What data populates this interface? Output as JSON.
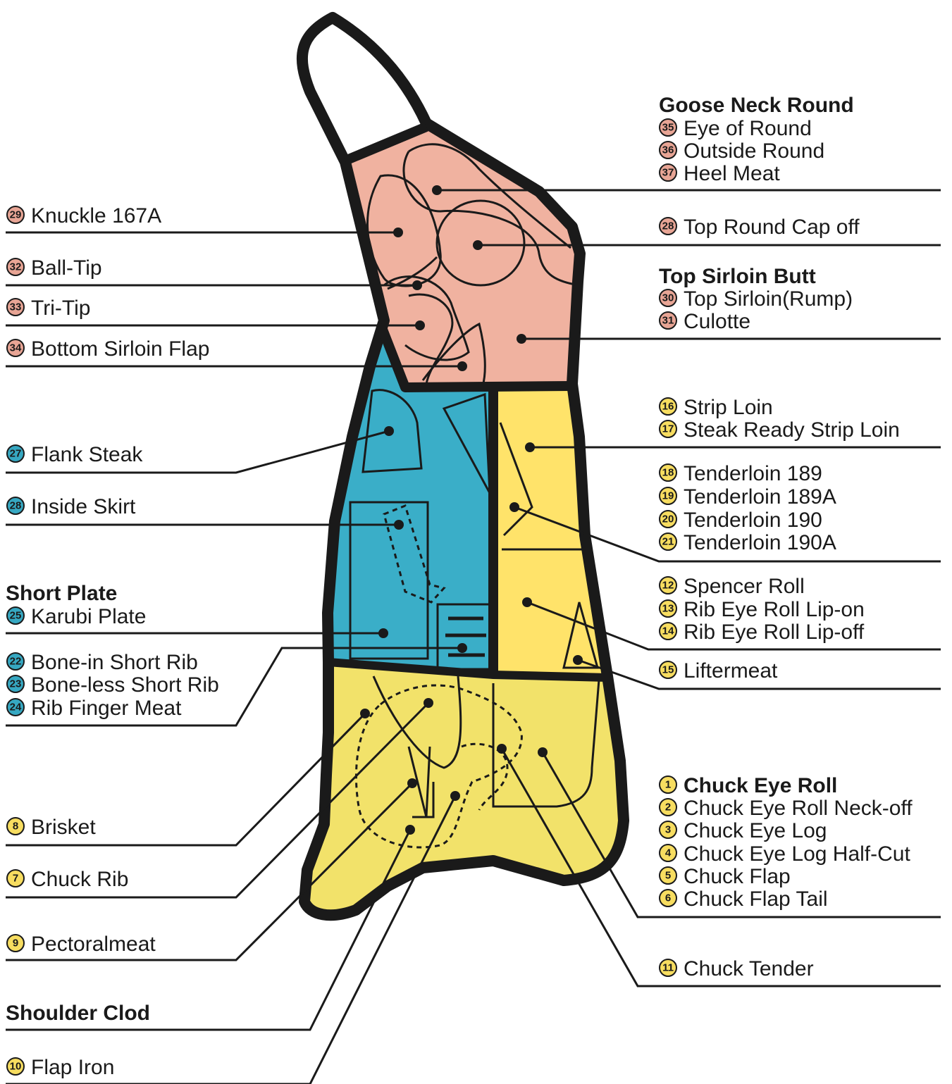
{
  "colors": {
    "round": "#f0b2a0",
    "flank": "#3aaec8",
    "loin": "#ffe36a",
    "chuck": "#f2e26a",
    "outline": "#1a1a1a",
    "badge_round": "#e8a595",
    "badge_flank": "#36a8c2",
    "badge_loin": "#f7dd60"
  },
  "groups": {
    "goose_neck_round": "Goose Neck Round",
    "top_sirloin_butt": "Top Sirloin Butt",
    "short_plate": "Short Plate",
    "shoulder_clod": "Shoulder Clod"
  },
  "cuts": [
    {
      "id": "c35",
      "num": "35",
      "name": "Eye of Round",
      "group": "round"
    },
    {
      "id": "c36",
      "num": "36",
      "name": "Outside Round",
      "group": "round"
    },
    {
      "id": "c37",
      "num": "37",
      "name": "Heel Meat",
      "group": "round"
    },
    {
      "id": "c28r",
      "num": "28",
      "name": "Top Round Cap off",
      "group": "round"
    },
    {
      "id": "c30",
      "num": "30",
      "name": "Top Sirloin(Rump)",
      "group": "round"
    },
    {
      "id": "c31",
      "num": "31",
      "name": "Culotte",
      "group": "round"
    },
    {
      "id": "c29",
      "num": "29",
      "name": "Knuckle 167A",
      "group": "round"
    },
    {
      "id": "c32",
      "num": "32",
      "name": "Ball-Tip",
      "group": "round"
    },
    {
      "id": "c33",
      "num": "33",
      "name": "Tri-Tip",
      "group": "round"
    },
    {
      "id": "c34",
      "num": "34",
      "name": "Bottom Sirloin Flap",
      "group": "round"
    },
    {
      "id": "c16",
      "num": "16",
      "name": "Strip Loin",
      "group": "loin"
    },
    {
      "id": "c17",
      "num": "17",
      "name": "Steak Ready Strip Loin",
      "group": "loin"
    },
    {
      "id": "c18",
      "num": "18",
      "name": "Tenderloin 189",
      "group": "loin"
    },
    {
      "id": "c19",
      "num": "19",
      "name": "Tenderloin 189A",
      "group": "loin"
    },
    {
      "id": "c20",
      "num": "20",
      "name": "Tenderloin 190",
      "group": "loin"
    },
    {
      "id": "c21",
      "num": "21",
      "name": "Tenderloin 190A",
      "group": "loin"
    },
    {
      "id": "c12",
      "num": "12",
      "name": "Spencer Roll",
      "group": "loin"
    },
    {
      "id": "c13",
      "num": "13",
      "name": "Rib Eye Roll Lip-on",
      "group": "loin"
    },
    {
      "id": "c14",
      "num": "14",
      "name": "Rib Eye Roll Lip-off",
      "group": "loin"
    },
    {
      "id": "c15",
      "num": "15",
      "name": "Liftermeat",
      "group": "loin"
    },
    {
      "id": "c27",
      "num": "27",
      "name": "Flank Steak",
      "group": "flank"
    },
    {
      "id": "c28s",
      "num": "28",
      "name": "Inside Skirt",
      "group": "flank"
    },
    {
      "id": "c25",
      "num": "25",
      "name": "Karubi Plate",
      "group": "flank"
    },
    {
      "id": "c22",
      "num": "22",
      "name": "Bone-in Short Rib",
      "group": "flank"
    },
    {
      "id": "c23",
      "num": "23",
      "name": "Bone-less Short Rib",
      "group": "flank"
    },
    {
      "id": "c24",
      "num": "24",
      "name": "Rib Finger Meat",
      "group": "flank"
    },
    {
      "id": "c1",
      "num": "1",
      "name": "Chuck Eye Roll",
      "group": "loin"
    },
    {
      "id": "c2",
      "num": "2",
      "name": "Chuck Eye Roll Neck-off",
      "group": "loin"
    },
    {
      "id": "c3",
      "num": "3",
      "name": "Chuck Eye Log",
      "group": "loin"
    },
    {
      "id": "c4",
      "num": "4",
      "name": "Chuck Eye Log Half-Cut",
      "group": "loin"
    },
    {
      "id": "c5",
      "num": "5",
      "name": "Chuck Flap",
      "group": "loin"
    },
    {
      "id": "c6",
      "num": "6",
      "name": "Chuck Flap Tail",
      "group": "loin"
    },
    {
      "id": "c11",
      "num": "11",
      "name": "Chuck Tender",
      "group": "loin"
    },
    {
      "id": "c8",
      "num": "8",
      "name": "Brisket",
      "group": "loin"
    },
    {
      "id": "c7",
      "num": "7",
      "name": "Chuck Rib",
      "group": "loin"
    },
    {
      "id": "c9",
      "num": "9",
      "name": "Pectoralmeat",
      "group": "loin"
    },
    {
      "id": "c10",
      "num": "10",
      "name": "Flap Iron",
      "group": "loin"
    }
  ]
}
